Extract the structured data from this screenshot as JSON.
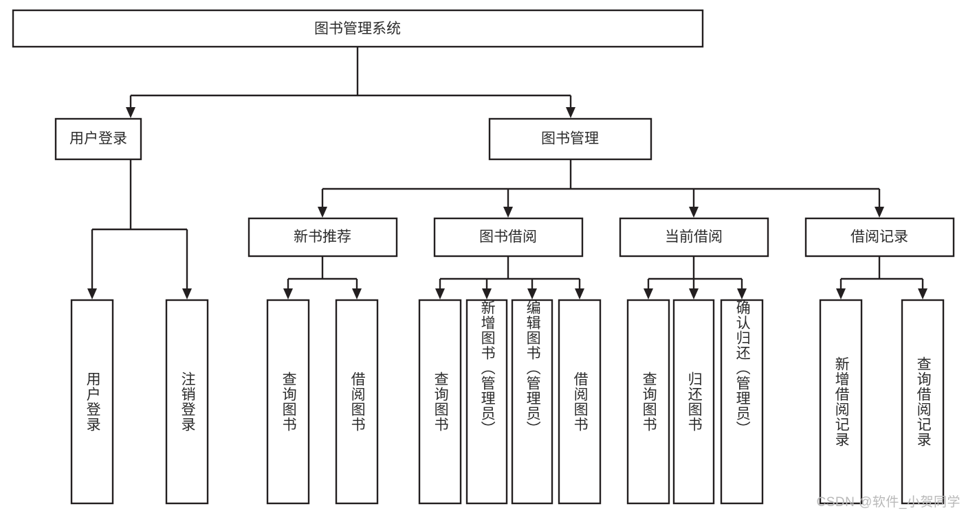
{
  "diagram": {
    "title": "图书管理系统",
    "type": "tree-hierarchy-chart",
    "orientation": "top-down",
    "colors": {
      "box_fill": "#ffffff",
      "box_stroke": "#231f20",
      "text": "#2b2b2b",
      "watermark": "#b9b9b9"
    },
    "root": {
      "label": "图书管理系统"
    },
    "level2": [
      {
        "label": "用户登录"
      },
      {
        "label": "图书管理"
      }
    ],
    "level3": [
      {
        "label": "新书推荐"
      },
      {
        "label": "图书借阅"
      },
      {
        "label": "当前借阅"
      },
      {
        "label": "借阅记录"
      }
    ],
    "leaves": {
      "user_login": [
        {
          "label": "用户登录"
        },
        {
          "label": "注销登录"
        }
      ],
      "new_book_recommend": [
        {
          "label": "查询图书"
        },
        {
          "label": "借阅图书"
        }
      ],
      "book_borrow": [
        {
          "label": "查询图书"
        },
        {
          "label": "新增图书（管理员）"
        },
        {
          "label": "编辑图书（管理员）"
        },
        {
          "label": "借阅图书"
        }
      ],
      "current_borrow": [
        {
          "label": "查询图书"
        },
        {
          "label": "归还图书"
        },
        {
          "label": "确认归还（管理员）"
        }
      ],
      "borrow_record": [
        {
          "label": "新增借阅记录"
        },
        {
          "label": "查询借阅记录"
        }
      ]
    }
  },
  "watermark": {
    "text": "CSDN @软件_小贺同学"
  }
}
